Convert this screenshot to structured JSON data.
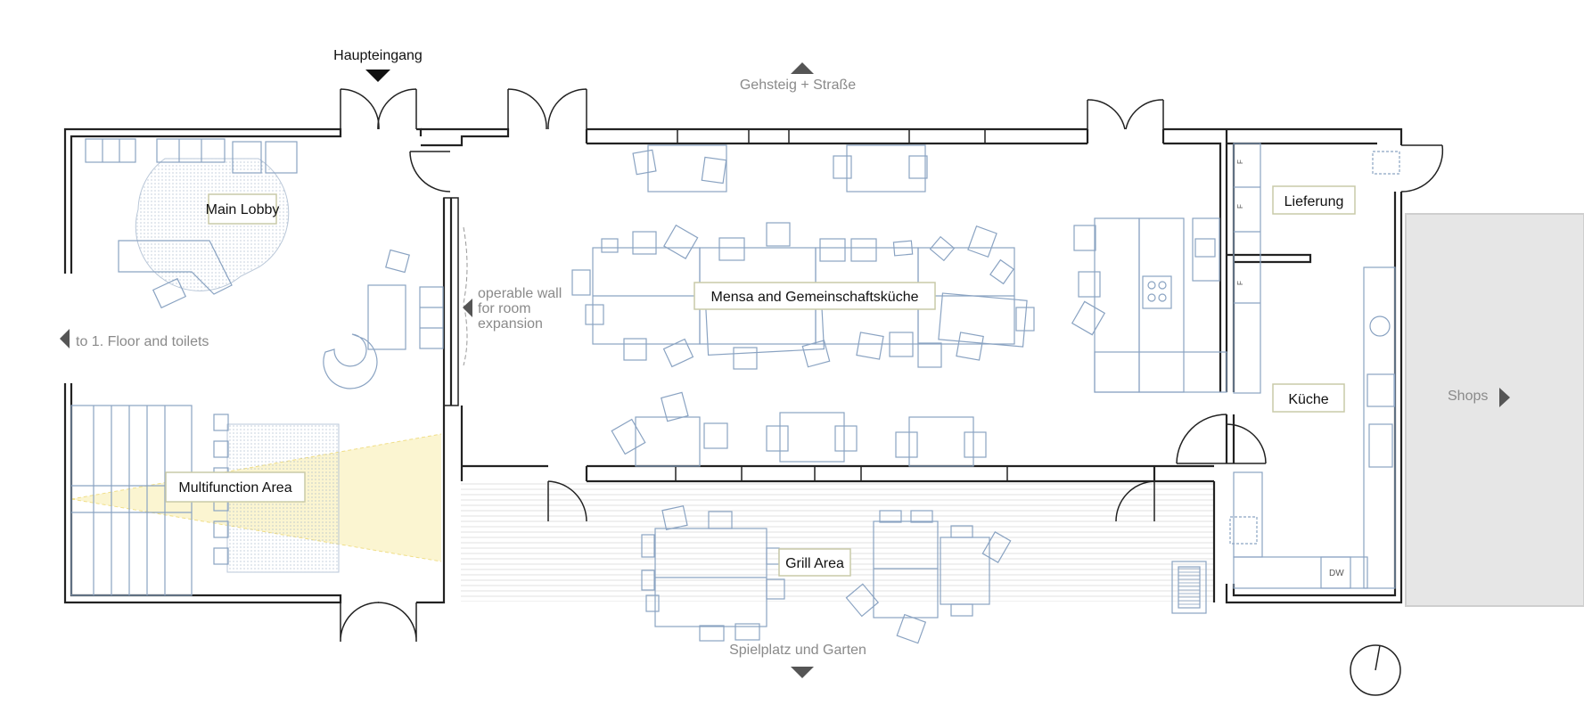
{
  "labels": {
    "main_entrance": "Haupteingang",
    "street": "Gehsteig + Straße",
    "garden": "Spielplatz und Garten",
    "floor_toilets": "to 1. Floor and toilets",
    "shops": "Shops",
    "operable_wall_1": "operable wall",
    "operable_wall_2": "for room",
    "operable_wall_3": "expansion"
  },
  "rooms": {
    "main_lobby": "Main Lobby",
    "multifunction": "Multifunction Area",
    "mensa": "Mensa and Gemeinschaftsküche",
    "grill": "Grill Area",
    "lieferung": "Lieferung",
    "kueche": "Küche"
  },
  "fixtures": {
    "dishwasher": "DW",
    "fridge_mark": "F"
  },
  "colors": {
    "wall": "#222222",
    "furniture": "#8aa3c2",
    "room_label_border": "#c9caa8",
    "projection": "#fbf4cc",
    "shops_fill": "#e6e6e6",
    "muted_text": "#8a8a8a"
  }
}
